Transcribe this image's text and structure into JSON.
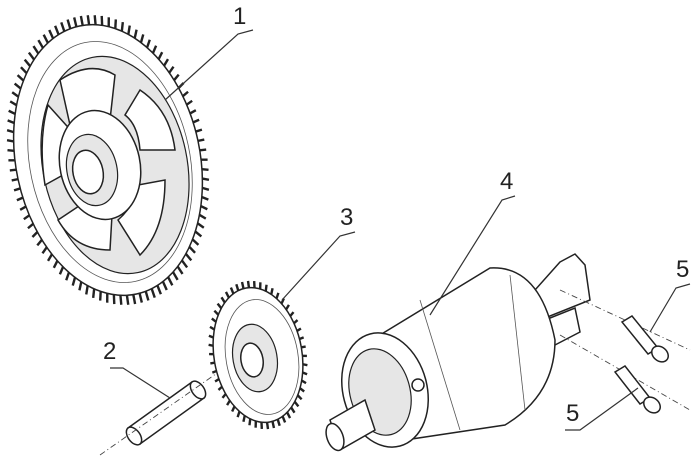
{
  "diagram": {
    "callouts": [
      {
        "id": "1",
        "label": "1"
      },
      {
        "id": "2",
        "label": "2"
      },
      {
        "id": "3",
        "label": "3"
      },
      {
        "id": "4",
        "label": "4"
      },
      {
        "id": "5a",
        "label": "5"
      },
      {
        "id": "5b",
        "label": "5"
      }
    ]
  }
}
